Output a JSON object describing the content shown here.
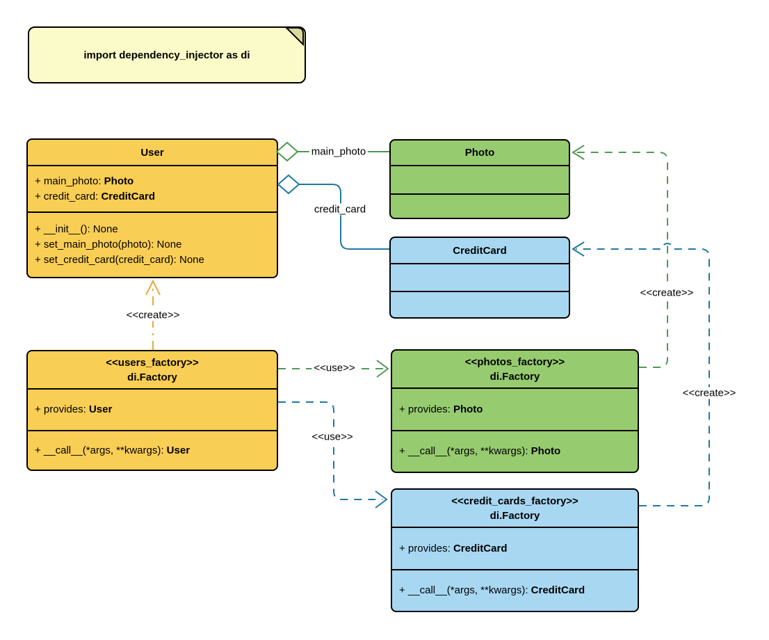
{
  "note": {
    "text": "import dependency_injector as di"
  },
  "colors": {
    "box_yellow": "#F9CE55",
    "box_green": "#97CB6F",
    "box_blue": "#A8D7F2",
    "note_yellow": "#FBFBC9",
    "note_fold": "#D9D99F",
    "line_green": "#4F9A51",
    "line_blue": "#2078A4",
    "line_orange": "#E4AA3D"
  },
  "classes": {
    "user": {
      "title": "User",
      "attributes": [
        {
          "text": "+ main_photo: ",
          "type": "Photo"
        },
        {
          "text": "+ credit_card: ",
          "type": "CreditCard"
        }
      ],
      "methods": [
        {
          "text": "+ __init__(): None",
          "type": ""
        },
        {
          "text": "+ set_main_photo(photo): None",
          "type": ""
        },
        {
          "text": "+ set_credit_card(credit_card): None",
          "type": ""
        }
      ]
    },
    "photo": {
      "title": "Photo"
    },
    "credit_card": {
      "title": "CreditCard"
    },
    "users_factory": {
      "stereotype": "<<users_factory>>",
      "title": "di.Factory",
      "attributes": [
        {
          "text": "+ provides: ",
          "type": "User"
        }
      ],
      "methods": [
        {
          "text": "+ __call__(*args, **kwargs): ",
          "type": "User"
        }
      ]
    },
    "photos_factory": {
      "stereotype": "<<photos_factory>>",
      "title": "di.Factory",
      "attributes": [
        {
          "text": "+ provides: ",
          "type": "Photo"
        }
      ],
      "methods": [
        {
          "text": "+ __call__(*args, **kwargs): ",
          "type": "Photo"
        }
      ]
    },
    "credit_cards_factory": {
      "stereotype": "<<credit_cards_factory>>",
      "title": "di.Factory",
      "attributes": [
        {
          "text": "+ provides: ",
          "type": "CreditCard"
        }
      ],
      "methods": [
        {
          "text": "+ __call__(*args, **kwargs): ",
          "type": "CreditCard"
        }
      ]
    }
  },
  "edges": {
    "main_photo": "main_photo",
    "credit_card": "credit_card",
    "use_photos": "<<use>>",
    "use_credit_cards": "<<use>>",
    "create_user": "<<create>>",
    "create_photo": "<<create>>",
    "create_credit_card": "<<create>>"
  }
}
